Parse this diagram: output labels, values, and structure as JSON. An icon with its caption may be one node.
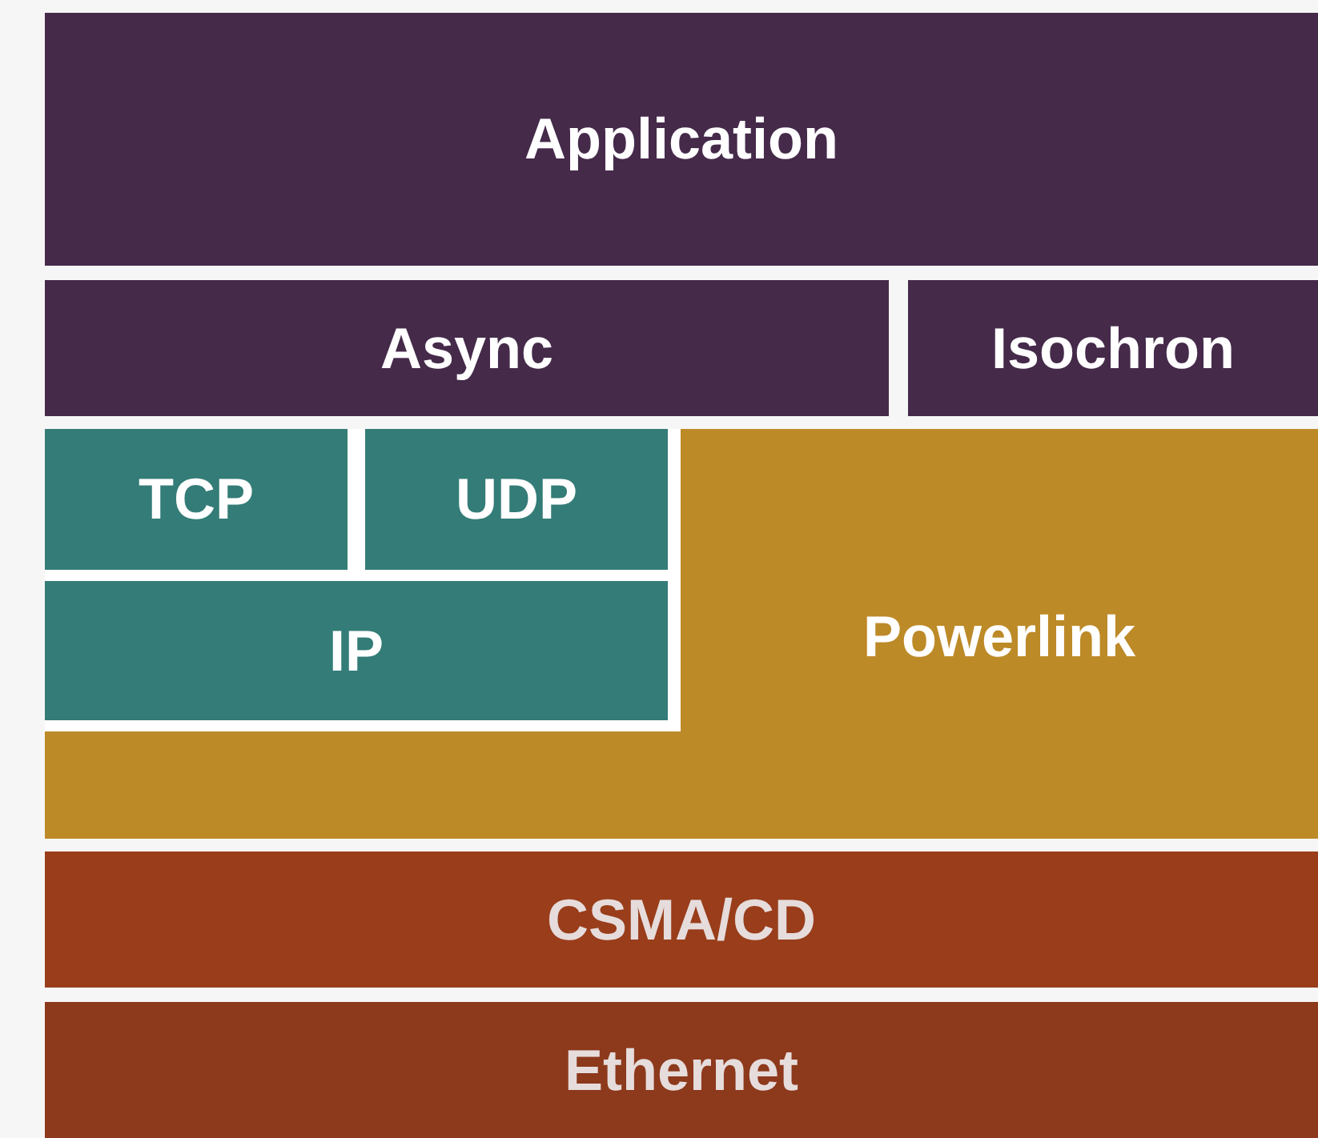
{
  "diagram": {
    "nodes": [
      {
        "text": [
          "Application"
        ]
      },
      {
        "text": [
          "Async"
        ]
      },
      {
        "text": [
          "Isochron"
        ]
      },
      {
        "text": [
          "Powerlink"
        ]
      },
      {
        "text": [
          "TCP"
        ],
        "in": 3
      },
      {
        "text": [
          "UDP"
        ],
        "in": 3
      },
      {
        "text": [
          "IP"
        ],
        "in": 3
      },
      {
        "text": [
          "CSMA/CD"
        ]
      },
      {
        "text": [
          "Ethernet"
        ]
      }
    ]
  }
}
